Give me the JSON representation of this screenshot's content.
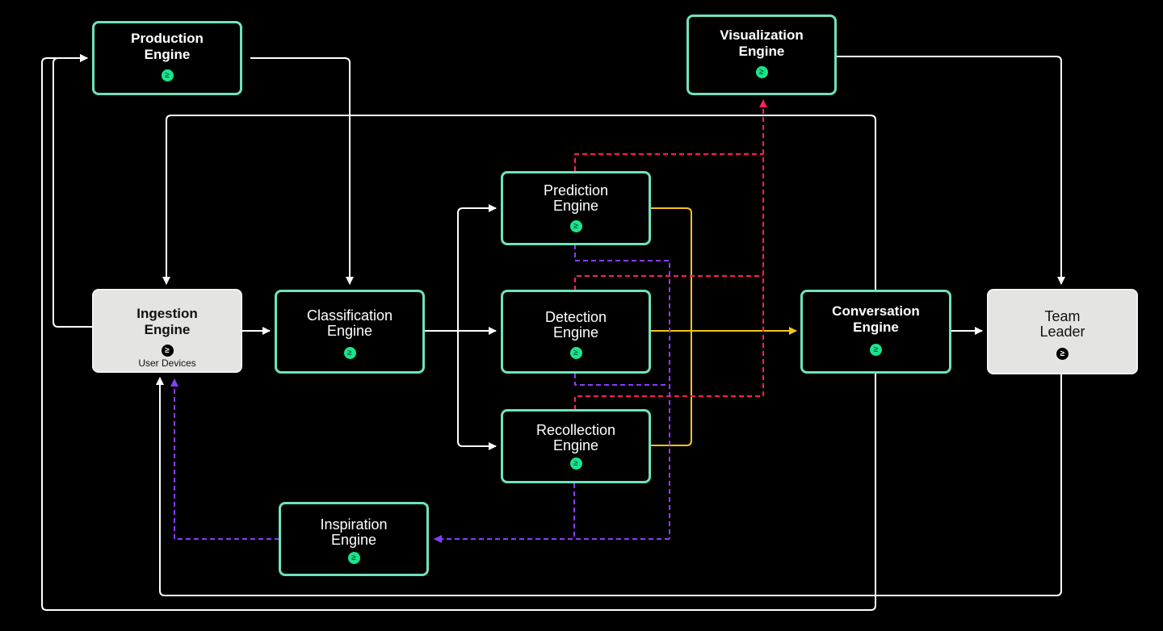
{
  "diagram": {
    "colors": {
      "node_border": "#6fe3b8",
      "badge": "#19e68c",
      "light_node_bg": "#e4e4e2",
      "wire": "#ffffff",
      "red_dashed": "#ff1e5a",
      "purple_dashed": "#8a3cff",
      "yellow": "#f5c518"
    },
    "badge_glyph": "≥",
    "nodes": {
      "production": {
        "title": "Production\nEngine"
      },
      "visualization": {
        "title": "Visualization\nEngine"
      },
      "ingestion": {
        "title": "Ingestion\nEngine",
        "subtitle": "User Devices"
      },
      "classification": {
        "title": "Classification\nEngine"
      },
      "prediction": {
        "title": "Prediction\nEngine"
      },
      "detection": {
        "title": "Detection\nEngine"
      },
      "recollection": {
        "title": "Recollection\nEngine"
      },
      "conversation": {
        "title": "Conversation\nEngine"
      },
      "team_leader": {
        "title": "Team\nLeader"
      },
      "inspiration": {
        "title": "Inspiration\nEngine"
      }
    },
    "edges": [
      {
        "from": "ingestion",
        "to": "production",
        "style": "solid"
      },
      {
        "from": "production",
        "to": "classification",
        "style": "solid"
      },
      {
        "from": "conversation",
        "to": "ingestion",
        "style": "solid"
      },
      {
        "from": "ingestion",
        "to": "classification",
        "style": "solid"
      },
      {
        "from": "classification",
        "to": "prediction",
        "style": "solid"
      },
      {
        "from": "classification",
        "to": "detection",
        "style": "solid"
      },
      {
        "from": "classification",
        "to": "recollection",
        "style": "solid"
      },
      {
        "from": "prediction",
        "to": "conversation",
        "style": "yellow"
      },
      {
        "from": "detection",
        "to": "conversation",
        "style": "yellow"
      },
      {
        "from": "recollection",
        "to": "conversation",
        "style": "yellow"
      },
      {
        "from": "prediction",
        "to": "visualization",
        "style": "red-dashed"
      },
      {
        "from": "detection",
        "to": "visualization",
        "style": "red-dashed"
      },
      {
        "from": "recollection",
        "to": "visualization",
        "style": "red-dashed"
      },
      {
        "from": "prediction",
        "to": "inspiration",
        "style": "purple-dashed"
      },
      {
        "from": "detection",
        "to": "inspiration",
        "style": "purple-dashed"
      },
      {
        "from": "recollection",
        "to": "inspiration",
        "style": "purple-dashed"
      },
      {
        "from": "inspiration",
        "to": "ingestion",
        "style": "purple-dashed"
      },
      {
        "from": "visualization",
        "to": "team_leader",
        "style": "solid"
      },
      {
        "from": "conversation",
        "to": "team_leader",
        "style": "solid"
      },
      {
        "from": "team_leader",
        "to": "ingestion",
        "style": "solid"
      }
    ]
  }
}
